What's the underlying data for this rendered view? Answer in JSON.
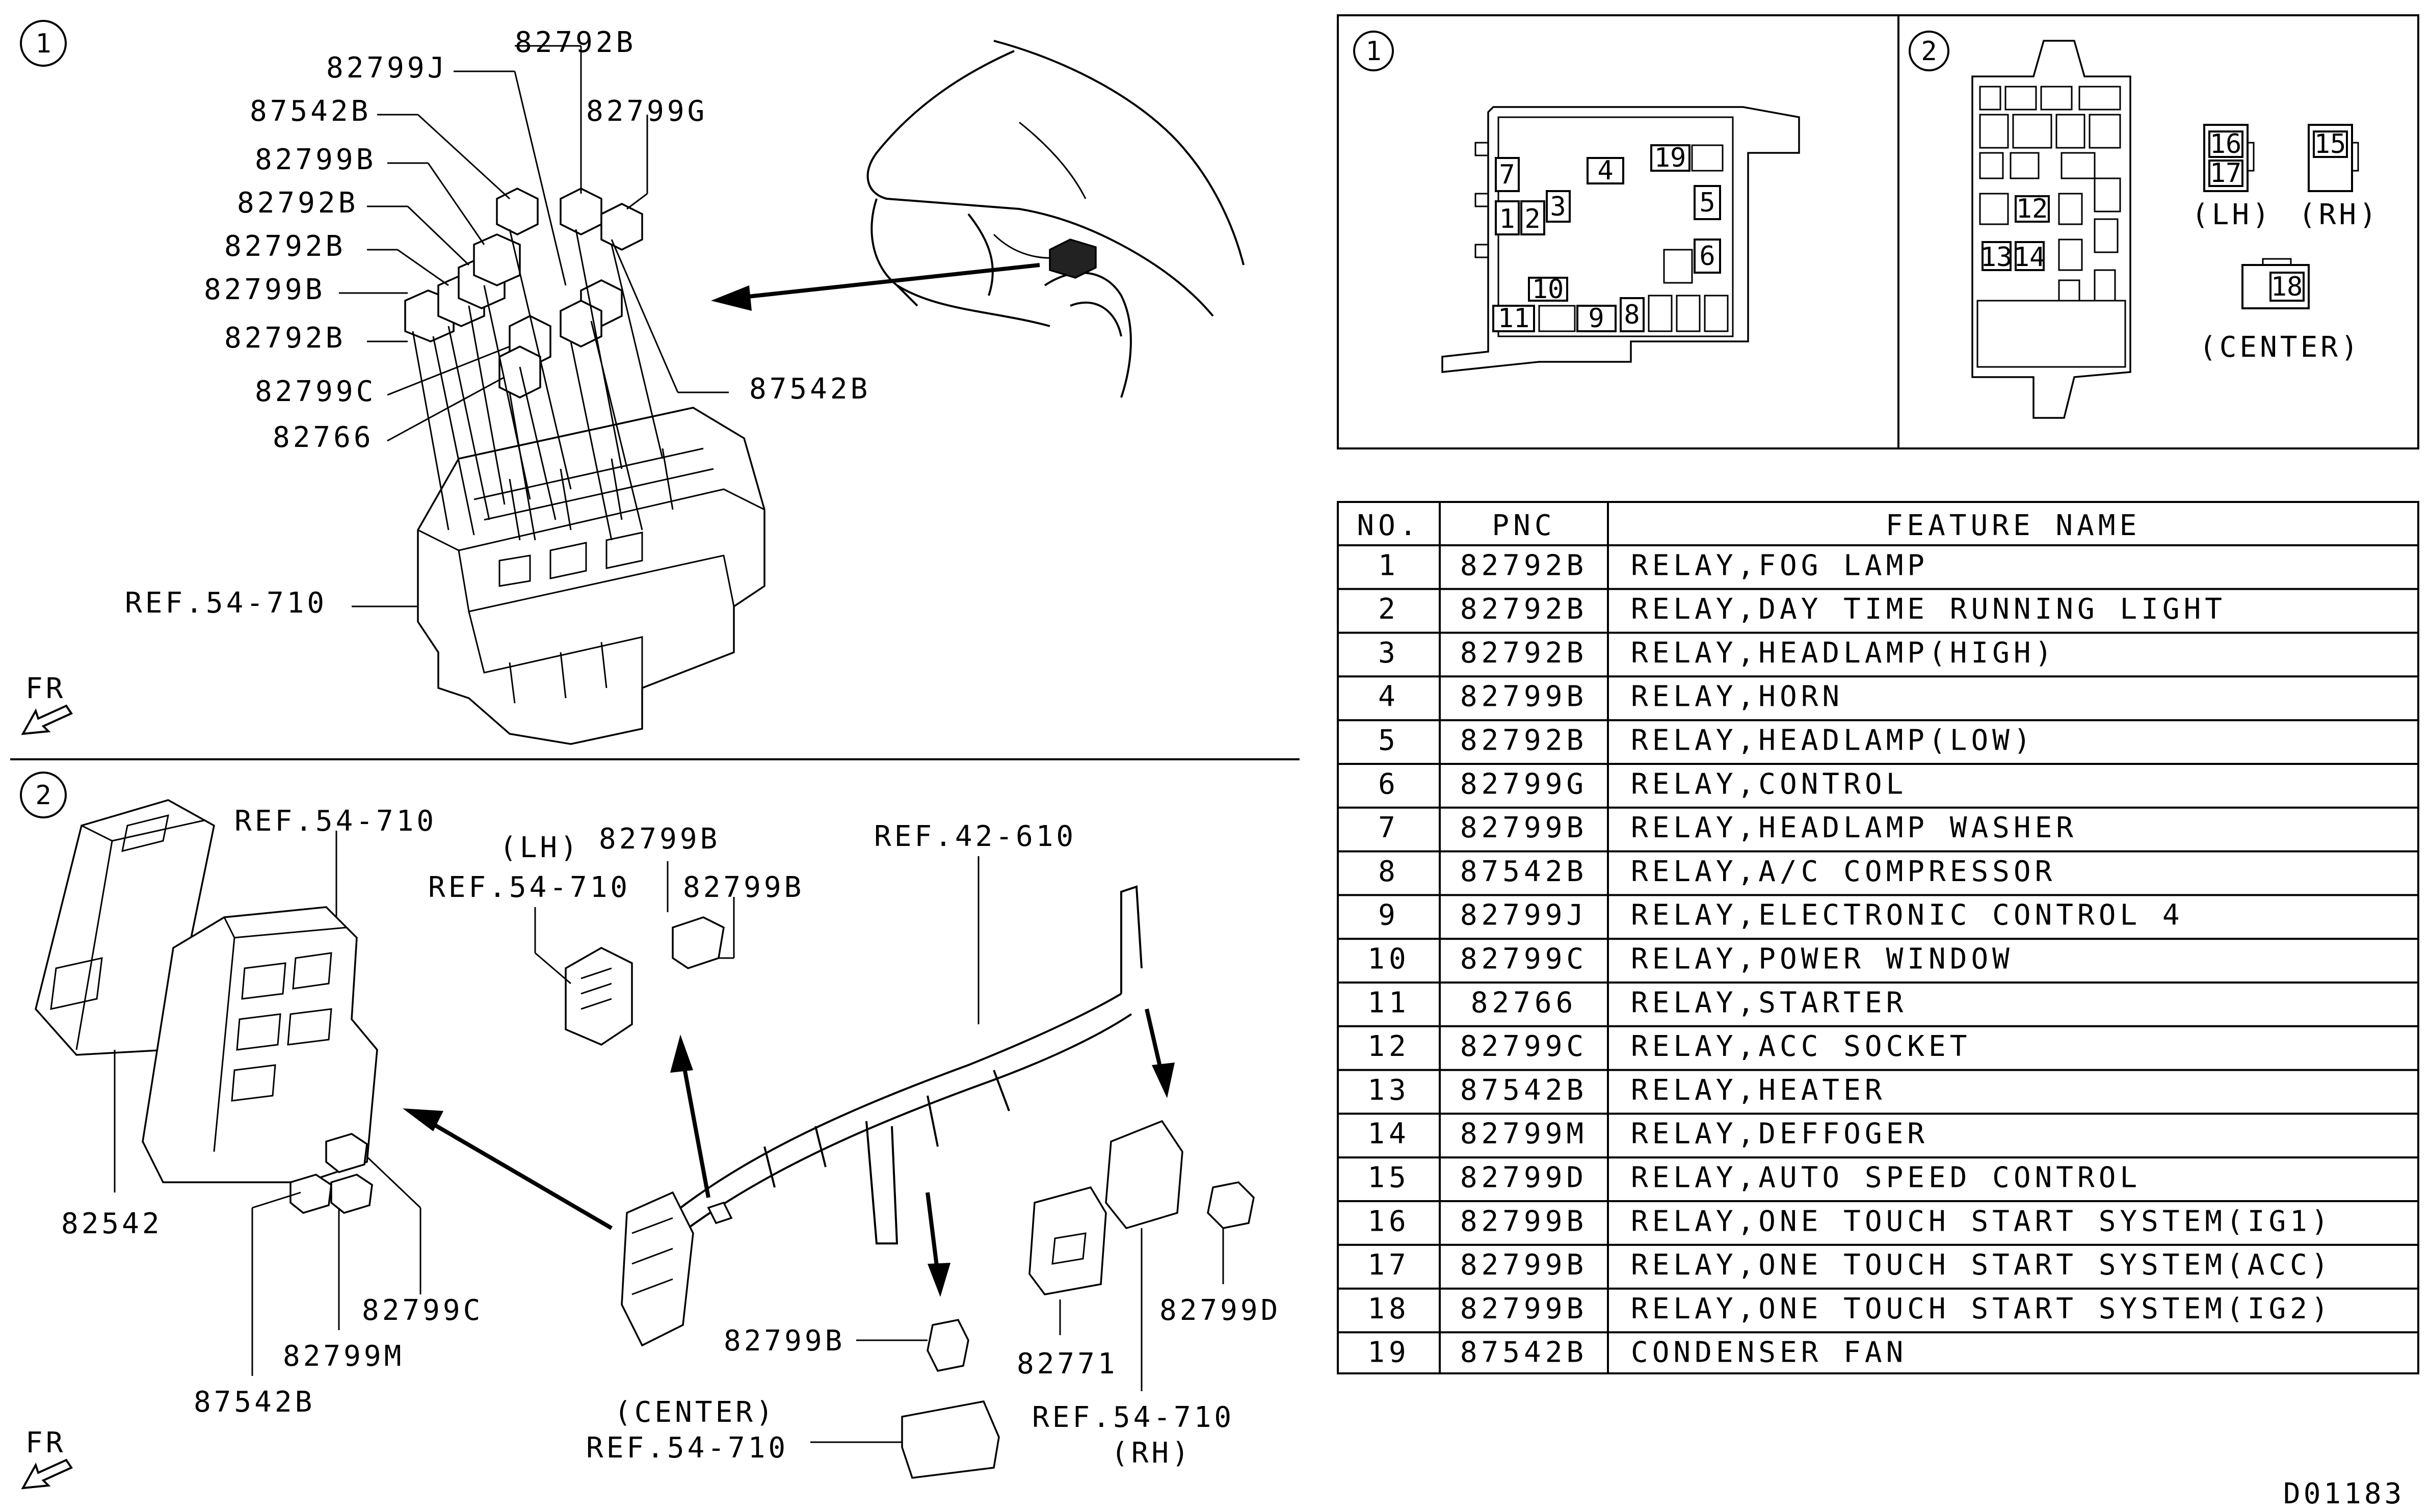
{
  "section1": {
    "marker": "1",
    "labels": {
      "l_82792B_top": "82792B",
      "l_82799J": "82799J",
      "l_87542B_a": "87542B",
      "l_82799G": "82799G",
      "l_82799B_a": "82799B",
      "l_82792B_a": "82792B",
      "l_82792B_b": "82792B",
      "l_82799B_b": "82799B",
      "l_82792B_c": "82792B",
      "l_82799C": "82799C",
      "l_87542B_b": "87542B",
      "l_82766": "82766",
      "l_ref": "REF.54-710",
      "l_fr": "FR"
    }
  },
  "section2": {
    "marker": "2",
    "labels": {
      "l_ref_top": "REF.54-710",
      "l_82542": "82542",
      "l_lh": "(LH)",
      "l_82799B_lh1": "82799B",
      "l_ref_lh": "REF.54-710",
      "l_82799B_lh2": "82799B",
      "l_ref42": "REF.42-610",
      "l_82799C": "82799C",
      "l_82799M": "82799M",
      "l_87542B": "87542B",
      "l_82799B_c": "82799B",
      "l_center": "(CENTER)",
      "l_ref_center": "REF.54-710",
      "l_82771": "82771",
      "l_ref_rh": "REF.54-710",
      "l_rh": "(RH)",
      "l_82799D": "82799D",
      "l_fr": "FR"
    }
  },
  "inset1": {
    "marker": "1",
    "slots": [
      "1",
      "2",
      "3",
      "4",
      "5",
      "6",
      "7",
      "8",
      "9",
      "10",
      "11",
      "19"
    ]
  },
  "inset2": {
    "marker": "2",
    "slots": [
      "12",
      "13",
      "14"
    ],
    "lh_slots": [
      "16",
      "17"
    ],
    "rh_slot": "15",
    "center_slot": "18",
    "lh_label": "(LH)",
    "rh_label": "(RH)",
    "center_label": "(CENTER)"
  },
  "table": {
    "headers": [
      "NO.",
      "PNC",
      "FEATURE NAME"
    ],
    "rows": [
      [
        "1",
        "82792B",
        "RELAY,FOG LAMP"
      ],
      [
        "2",
        "82792B",
        "RELAY,DAY TIME RUNNING LIGHT"
      ],
      [
        "3",
        "82792B",
        "RELAY,HEADLAMP(HIGH)"
      ],
      [
        "4",
        "82799B",
        "RELAY,HORN"
      ],
      [
        "5",
        "82792B",
        "RELAY,HEADLAMP(LOW)"
      ],
      [
        "6",
        "82799G",
        "RELAY,CONTROL"
      ],
      [
        "7",
        "82799B",
        "RELAY,HEADLAMP WASHER"
      ],
      [
        "8",
        "87542B",
        "RELAY,A/C COMPRESSOR"
      ],
      [
        "9",
        "82799J",
        "RELAY,ELECTRONIC CONTROL 4"
      ],
      [
        "10",
        "82799C",
        "RELAY,POWER WINDOW"
      ],
      [
        "11",
        "82766",
        "RELAY,STARTER"
      ],
      [
        "12",
        "82799C",
        "RELAY,ACC SOCKET"
      ],
      [
        "13",
        "87542B",
        "RELAY,HEATER"
      ],
      [
        "14",
        "82799M",
        "RELAY,DEFFOGER"
      ],
      [
        "15",
        "82799D",
        "RELAY,AUTO SPEED CONTROL"
      ],
      [
        "16",
        "82799B",
        "RELAY,ONE TOUCH START SYSTEM(IG1)"
      ],
      [
        "17",
        "82799B",
        "RELAY,ONE TOUCH START SYSTEM(ACC)"
      ],
      [
        "18",
        "82799B",
        "RELAY,ONE TOUCH START SYSTEM(IG2)"
      ],
      [
        "19",
        "87542B",
        "CONDENSER FAN"
      ]
    ]
  },
  "footer": {
    "code": "D01183"
  }
}
